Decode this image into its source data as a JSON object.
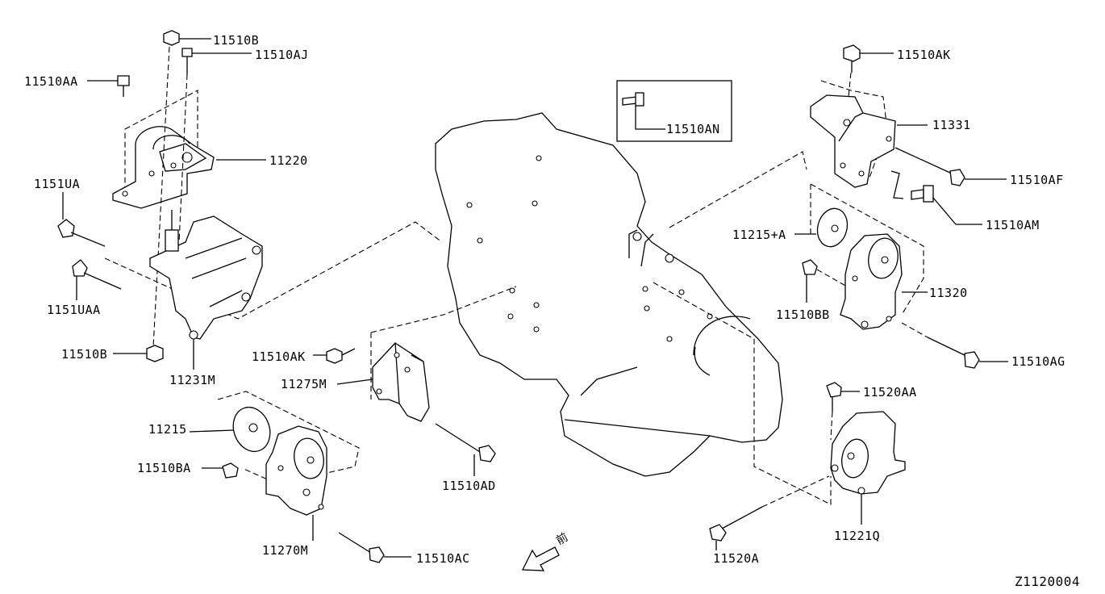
{
  "diagram_id": "Z1120004",
  "callouts": {
    "l_11510B_top": "11510B",
    "l_11510AJ": "11510AJ",
    "l_11510AA": "11510AA",
    "l_11220": "11220",
    "l_1151UA": "1151UA",
    "l_1151UAA": "1151UAA",
    "l_11510B_bot": "11510B",
    "l_11231M": "11231M",
    "l_11510AK_mid": "11510AK",
    "l_11275M": "11275M",
    "l_11215": "11215",
    "l_11510BA": "11510BA",
    "l_11270M": "11270M",
    "l_11510AC": "11510AC",
    "l_11510AD": "11510AD",
    "l_11510AN": "11510AN",
    "l_11510AK_top": "11510AK",
    "l_11331": "11331",
    "l_11510AF": "11510AF",
    "l_11510AM": "11510AM",
    "l_11215A": "11215+A",
    "l_11320": "11320",
    "l_11510BB": "11510BB",
    "l_11510AG": "11510AG",
    "l_11520AA": "11520AA",
    "l_11221Q": "11221Q",
    "l_11520A": "11520A"
  },
  "direction_mark": "前"
}
